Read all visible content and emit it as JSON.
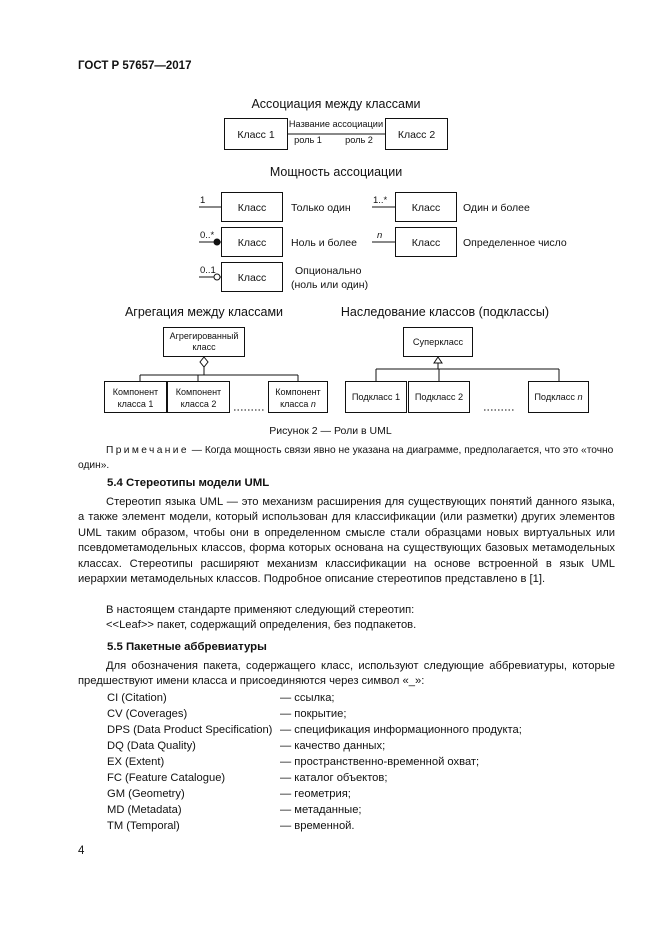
{
  "header": {
    "doc_id": "ГОСТ Р 57657—2017"
  },
  "figure": {
    "association": {
      "title": "Ассоциация между классами",
      "class_left": "Класс 1",
      "class_right": "Класс 2",
      "assoc_name": "Название ассоциации",
      "role1": "роль 1",
      "role2": "роль 2"
    },
    "multiplicity": {
      "title": "Мощность ассоциации",
      "items": [
        {
          "mult": "1",
          "cls": "Класс",
          "desc": "Только один"
        },
        {
          "mult": "0..*",
          "cls": "Класс",
          "desc": "Ноль и более"
        },
        {
          "mult": "0..1",
          "cls": "Класс",
          "desc": "Опционально",
          "desc2": "(ноль или один)"
        },
        {
          "mult": "1..*",
          "cls": "Класс",
          "desc": "Один и более"
        },
        {
          "mult": "n",
          "cls": "Класс",
          "desc": "Определенное число"
        }
      ]
    },
    "aggregation": {
      "title": "Агрегация между классами",
      "parent_line1": "Агрегированный",
      "parent_line2": "класс",
      "c1_l1": "Компонент",
      "c1_l2": "класса 1",
      "c2_l1": "Компонент",
      "c2_l2": "класса 2",
      "cn_l1": "Компонент",
      "cn_l2": "класса ",
      "cn_italic": "n"
    },
    "inheritance": {
      "title": "Наследование классов (подклассы)",
      "parent": "Суперкласс",
      "s1": "Подкласс 1",
      "s2": "Подкласс 2",
      "sn": "Подкласс ",
      "sn_italic": "n"
    },
    "caption": "Рисунок 2 — Роли в UML"
  },
  "note": {
    "label": "Примечание",
    "text": " — Когда мощность связи явно не указана на диаграмме, предполагается, что это «точно один»."
  },
  "section54": {
    "heading": "5.4 Стереотипы модели UML",
    "p1": "Стереотип языка UML — это механизм расширения для существующих понятий данного языка, а также элемент модели, который использован для классификации (или разметки) других элементов UML таким образом, чтобы они в определенном смысле стали образцами новых виртуальных или псевдометамодельных классов, форма которых основана на существующих базовых метамодельных классах. Стереотипы расширяют механизм классификации на основе встроенной в язык UML иерархии метамодельных классов. Подробное описание стереотипов представлено в [1].",
    "p2": "В настоящем стандарте применяют следующий стереотип:",
    "p3": "<<Leaf>> пакет, содержащий определения, без подпакетов."
  },
  "section55": {
    "heading": "5.5 Пакетные аббревиатуры",
    "p1": "Для обозначения пакета, содержащего класс, используют следующие аббревиатуры, которые предшествуют имени класса и присоединяются через символ «_»:",
    "abbreviations": [
      {
        "code": "CI (Citation)",
        "desc": "— ссылка;"
      },
      {
        "code": "CV (Coverages)",
        "desc": "— покрытие;"
      },
      {
        "code": "DPS (Data Product Specification)",
        "desc": "— спецификация информационного продукта;"
      },
      {
        "code": "DQ (Data Quality)",
        "desc": "— качество данных;"
      },
      {
        "code": "EX (Extent)",
        "desc": "— пространственно-временной охват;"
      },
      {
        "code": "FC (Feature Catalogue)",
        "desc": "— каталог объектов;"
      },
      {
        "code": "GM (Geometry)",
        "desc": "— геометрия;"
      },
      {
        "code": "MD (Metadata)",
        "desc": "— метаданные;"
      },
      {
        "code": "TM (Temporal)",
        "desc": "— временной."
      }
    ]
  },
  "page_number": "4"
}
